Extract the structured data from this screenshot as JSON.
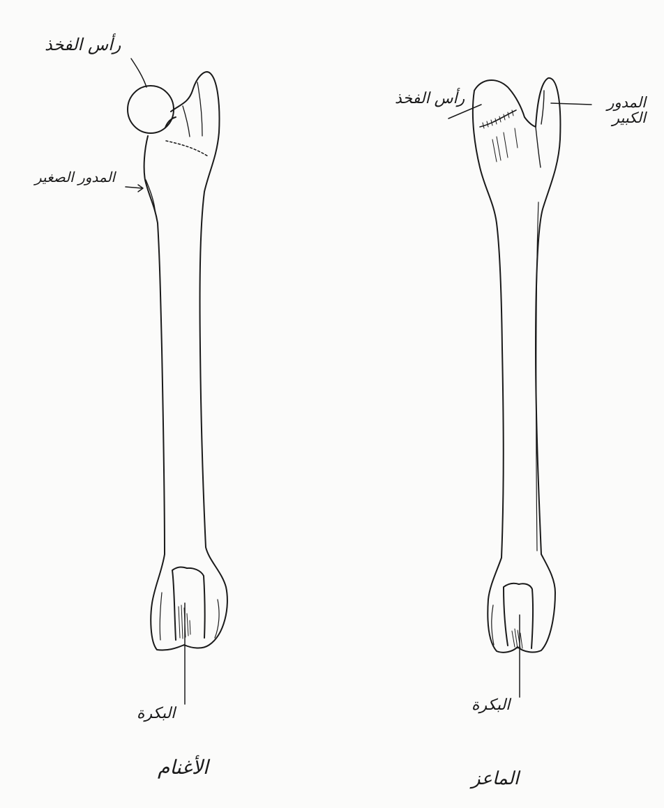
{
  "left_bone": {
    "head_label": "رأس الفخذ",
    "lesser_trochanter_label": "المدور الصغير",
    "trochlea_label": "البكرة",
    "caption": "الأغنام"
  },
  "right_bone": {
    "head_label": "رأس الفخذ",
    "greater_trochanter_label": [
      "المدور",
      "الكبير"
    ],
    "trochlea_label": "البكرة",
    "caption": "الماعز"
  },
  "colors": {
    "ink": "#1a1a1a",
    "paper": "#fbfbfa"
  }
}
